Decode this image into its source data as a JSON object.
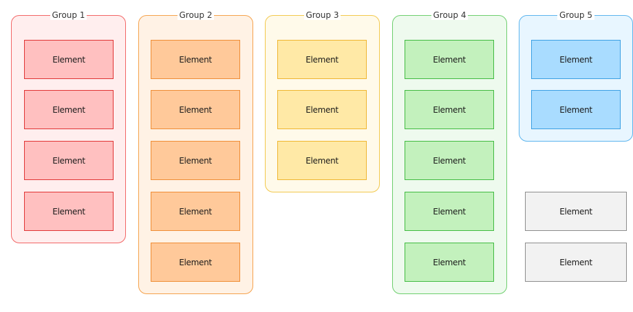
{
  "diagram": {
    "groups": [
      {
        "label": "Group 1",
        "color": "#f26464",
        "elements": [
          "Element",
          "Element",
          "Element",
          "Element"
        ]
      },
      {
        "label": "Group 2",
        "color": "#f5a14a",
        "elements": [
          "Element",
          "Element",
          "Element",
          "Element",
          "Element"
        ]
      },
      {
        "label": "Group 3",
        "color": "#f2c84b",
        "elements": [
          "Element",
          "Element",
          "Element"
        ]
      },
      {
        "label": "Group 4",
        "color": "#6cce6c",
        "elements": [
          "Element",
          "Element",
          "Element",
          "Element",
          "Element"
        ]
      },
      {
        "label": "Group 5",
        "color": "#5bb4ee",
        "elements": [
          "Element",
          "Element"
        ]
      }
    ],
    "ungrouped": {
      "color": "#8c8c8c",
      "elements": [
        "Element",
        "Element"
      ]
    }
  }
}
